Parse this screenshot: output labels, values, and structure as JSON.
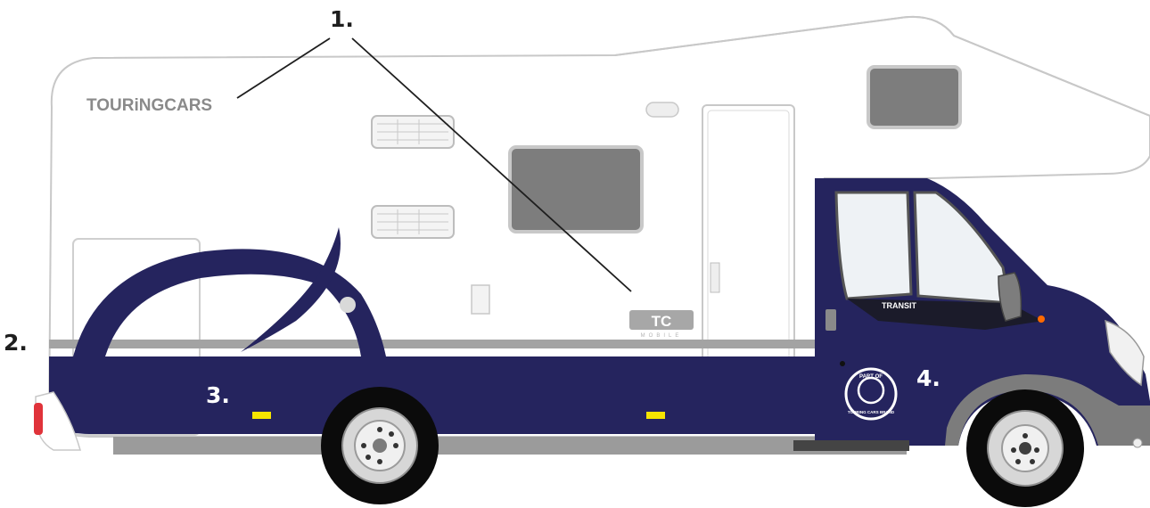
{
  "diagram": {
    "callouts": [
      {
        "id": "1",
        "label": "1."
      },
      {
        "id": "2",
        "label": "2."
      },
      {
        "id": "3",
        "label": "3."
      },
      {
        "id": "4",
        "label": "4."
      }
    ],
    "vehicle": {
      "brand_text": "TOURiNGCARS",
      "cab_model_text": "TRANSIT",
      "tc_logo": {
        "mark": "TC",
        "subtext": "MOBILE"
      },
      "door_badge": {
        "top_text": "PART OF",
        "bottom_text": "TOURING CARS BRAND"
      }
    },
    "colors": {
      "navy": "#25245e",
      "body_white": "#ffffff",
      "outline": "#c8c8c8",
      "window_gray": "#7a7a7a",
      "stripe_gray": "#9a9a9a",
      "marker_yellow": "#f5e400"
    }
  }
}
